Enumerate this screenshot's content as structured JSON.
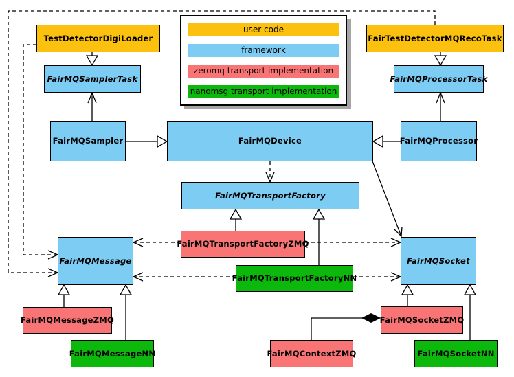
{
  "diagram": {
    "title": "FairMQ class diagram",
    "colors": {
      "user_code": "#fcc10e",
      "framework": "#7dccf3",
      "zeromq": "#f97474",
      "nanomsg": "#0cb80c",
      "edge": "#000000",
      "legend_shadow": "#a6a6a6"
    },
    "legend": {
      "items": [
        {
          "label": "user code",
          "category": "user"
        },
        {
          "label": "framework",
          "category": "framework"
        },
        {
          "label": "zeromq transport implementation",
          "category": "zeromq"
        },
        {
          "label": "nanomsg transport implementation",
          "category": "nanomsg"
        }
      ]
    },
    "nodes": [
      {
        "label": "TestDetectorDigiLoader",
        "category": "user",
        "abstract": false
      },
      {
        "label": "FairTestDetectorMQRecoTask",
        "category": "user",
        "abstract": false
      },
      {
        "label": "FairMQSamplerTask",
        "category": "framework",
        "abstract": true
      },
      {
        "label": "FairMQProcessorTask",
        "category": "framework",
        "abstract": true
      },
      {
        "label": "FairMQSampler",
        "category": "framework",
        "abstract": false
      },
      {
        "label": "FairMQDevice",
        "category": "framework",
        "abstract": false
      },
      {
        "label": "FairMQProcessor",
        "category": "framework",
        "abstract": false
      },
      {
        "label": "FairMQTransportFactory",
        "category": "framework",
        "abstract": true
      },
      {
        "label": "FairMQTransportFactoryZMQ",
        "category": "zeromq",
        "abstract": false
      },
      {
        "label": "FairMQTransportFactoryNN",
        "category": "nanomsg",
        "abstract": false
      },
      {
        "label": "FairMQMessage",
        "category": "framework",
        "abstract": true
      },
      {
        "label": "FairMQSocket",
        "category": "framework",
        "abstract": true
      },
      {
        "label": "FairMQMessageZMQ",
        "category": "zeromq",
        "abstract": false
      },
      {
        "label": "FairMQMessageNN",
        "category": "nanomsg",
        "abstract": false
      },
      {
        "label": "FairMQSocketZMQ",
        "category": "zeromq",
        "abstract": false
      },
      {
        "label": "FairMQSocketNN",
        "category": "nanomsg",
        "abstract": false
      },
      {
        "label": "FairMQContextZMQ",
        "category": "zeromq",
        "abstract": false
      }
    ],
    "edges": [
      {
        "from": "TestDetectorDigiLoader",
        "to": "FairMQSamplerTask",
        "type": "inheritance-empty-triangle"
      },
      {
        "from": "FairMQSampler",
        "to": "FairMQSamplerTask",
        "type": "inheritance-open-arrow"
      },
      {
        "from": "FairTestDetectorMQRecoTask",
        "to": "FairMQProcessorTask",
        "type": "inheritance-empty-triangle"
      },
      {
        "from": "FairMQProcessor",
        "to": "FairMQProcessorTask",
        "type": "inheritance-open-arrow"
      },
      {
        "from": "FairMQSampler",
        "to": "FairMQDevice",
        "type": "inheritance-empty-triangle"
      },
      {
        "from": "FairMQProcessor",
        "to": "FairMQDevice",
        "type": "inheritance-empty-triangle"
      },
      {
        "from": "FairMQDevice",
        "to": "FairMQTransportFactory",
        "type": "dependency-dashed"
      },
      {
        "from": "FairMQDevice",
        "to": "FairMQSocket",
        "type": "association-open-arrow"
      },
      {
        "from": "FairMQTransportFactoryZMQ",
        "to": "FairMQTransportFactory",
        "type": "inheritance-empty-triangle"
      },
      {
        "from": "FairMQTransportFactoryNN",
        "to": "FairMQTransportFactory",
        "type": "inheritance-empty-triangle"
      },
      {
        "from": "FairMQTransportFactoryZMQ",
        "to": "FairMQMessage",
        "type": "dependency-dashed"
      },
      {
        "from": "FairMQTransportFactoryZMQ",
        "to": "FairMQSocket",
        "type": "dependency-dashed"
      },
      {
        "from": "FairMQTransportFactoryNN",
        "to": "FairMQMessage",
        "type": "dependency-dashed"
      },
      {
        "from": "FairMQTransportFactoryNN",
        "to": "FairMQSocket",
        "type": "dependency-dashed"
      },
      {
        "from": "FairMQMessageZMQ",
        "to": "FairMQMessage",
        "type": "inheritance-empty-triangle"
      },
      {
        "from": "FairMQMessageNN",
        "to": "FairMQMessage",
        "type": "inheritance-empty-triangle"
      },
      {
        "from": "FairMQSocketZMQ",
        "to": "FairMQSocket",
        "type": "inheritance-empty-triangle"
      },
      {
        "from": "FairMQSocketNN",
        "to": "FairMQSocket",
        "type": "inheritance-empty-triangle"
      },
      {
        "from": "FairMQContextZMQ",
        "to": "FairMQSocketZMQ",
        "type": "composition-filled-diamond"
      },
      {
        "from": "FairTestDetectorMQRecoTask",
        "to": "FairMQMessage",
        "type": "dependency-dashed"
      },
      {
        "from": "TestDetectorDigiLoader",
        "to": "FairMQMessage",
        "type": "dependency-dashed"
      }
    ]
  }
}
